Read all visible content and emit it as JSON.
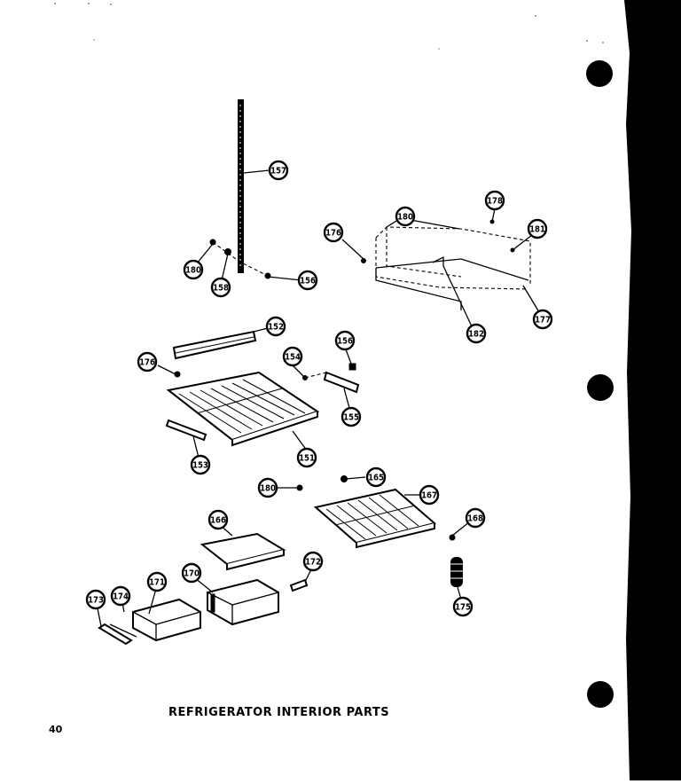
{
  "caption": "REFRIGERATOR INTERIOR PARTS",
  "page_number": "40",
  "callouts": [
    {
      "id": "c157",
      "label": "157"
    },
    {
      "id": "c180a",
      "label": "180"
    },
    {
      "id": "c158",
      "label": "158"
    },
    {
      "id": "c156a",
      "label": "156"
    },
    {
      "id": "c176a",
      "label": "176"
    },
    {
      "id": "c180b",
      "label": "180"
    },
    {
      "id": "c178",
      "label": "178"
    },
    {
      "id": "c181",
      "label": "181"
    },
    {
      "id": "c182",
      "label": "182"
    },
    {
      "id": "c177",
      "label": "177"
    },
    {
      "id": "c152",
      "label": "152"
    },
    {
      "id": "c176b",
      "label": "176"
    },
    {
      "id": "c154",
      "label": "154"
    },
    {
      "id": "c156b",
      "label": "156"
    },
    {
      "id": "c155",
      "label": "155"
    },
    {
      "id": "c151",
      "label": "151"
    },
    {
      "id": "c153",
      "label": "153"
    },
    {
      "id": "c165",
      "label": "165"
    },
    {
      "id": "c180c",
      "label": "180"
    },
    {
      "id": "c167",
      "label": "167"
    },
    {
      "id": "c166",
      "label": "166"
    },
    {
      "id": "c168",
      "label": "168"
    },
    {
      "id": "c172",
      "label": "172"
    },
    {
      "id": "c170",
      "label": "170"
    },
    {
      "id": "c171",
      "label": "171"
    },
    {
      "id": "c173",
      "label": "173"
    },
    {
      "id": "c174",
      "label": "174"
    },
    {
      "id": "c175",
      "label": "175"
    }
  ]
}
